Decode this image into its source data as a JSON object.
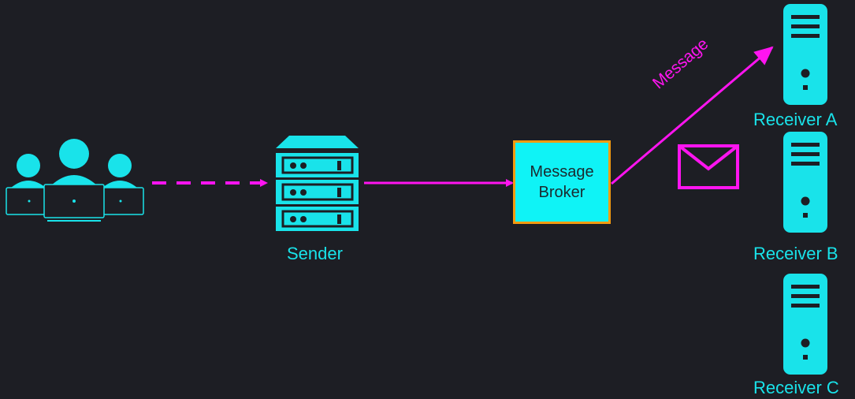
{
  "nodes": {
    "sender": {
      "label": "Sender"
    },
    "broker": {
      "line1": "Message",
      "line2": "Broker"
    },
    "receiver_a": {
      "label": "Receiver A"
    },
    "receiver_b": {
      "label": "Receiver B"
    },
    "receiver_c": {
      "label": "Receiver C"
    }
  },
  "edges": {
    "broker_to_receiver_a": {
      "label": "Message"
    }
  },
  "icons": {
    "users": "users-with-laptops-icon",
    "sender": "server-rack-icon",
    "envelope": "envelope-icon",
    "receiver": "server-tower-icon"
  },
  "colors": {
    "background": "#1d1e24",
    "icon": "#19e3ea",
    "arrow": "#ff14f0",
    "broker_fill": "#0ff3f6",
    "broker_border": "#f49b10"
  }
}
